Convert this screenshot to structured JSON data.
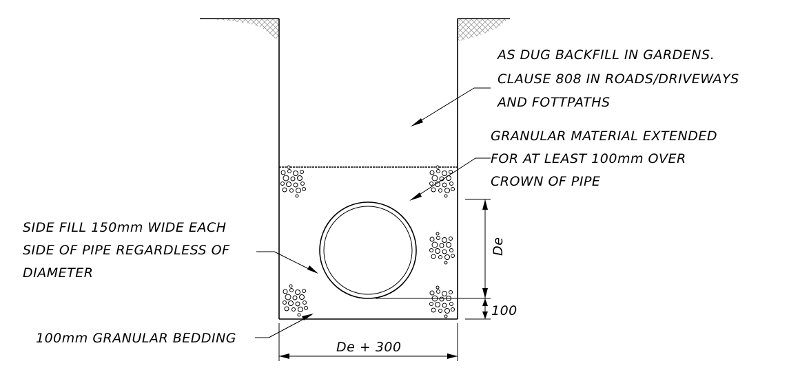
{
  "labels": {
    "backfill": [
      "AS DUG BACKFILL IN GARDENS.",
      "CLAUSE 808 IN ROADS/DRIVEWAYS",
      "AND FOTTPATHS"
    ],
    "granular": [
      "GRANULAR MATERIAL EXTENDED",
      "FOR AT LEAST 100mm OVER",
      "CROWN OF PIPE"
    ],
    "sidefill": [
      "SIDE FILL 150mm WIDE EACH",
      "SIDE OF PIPE REGARDLESS OF",
      "DIAMETER"
    ],
    "bedding": "100mm GRANULAR BEDDING",
    "dim_width": "De + 300",
    "dim_de": "De",
    "dim_100": "100"
  }
}
